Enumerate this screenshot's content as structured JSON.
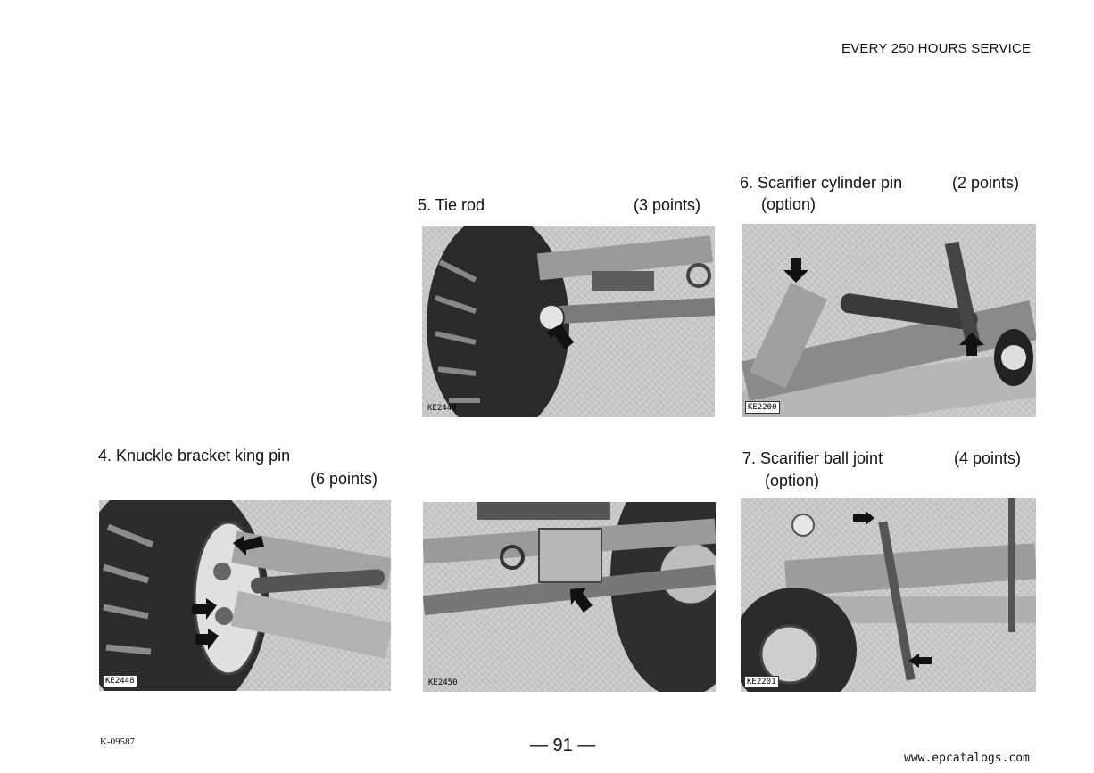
{
  "header": {
    "title": "EVERY 250 HOURS SERVICE"
  },
  "items": {
    "i4": {
      "title": "4. Knuckle bracket king pin",
      "points": "(6 points)",
      "photo_code": "KE2448"
    },
    "i5": {
      "title": "5. Tie rod",
      "points": "(3 points)",
      "photo_code": "KE2449",
      "photo2_code": "KE2450"
    },
    "i6": {
      "title": "6. Scarifier cylinder pin",
      "points": "(2 points)",
      "note": "(option)",
      "photo_code": "KE2200"
    },
    "i7": {
      "title": "7. Scarifier ball joint",
      "points": "(4 points)",
      "note": "(option)",
      "photo_code": "KE2201"
    }
  },
  "footer": {
    "doc_code": "K-09587",
    "page_number": "— 91 —",
    "watermark": "www.epcatalogs.com"
  },
  "colors": {
    "ink": "#111111",
    "photo_bg": "#cfcfcf",
    "arrow": "#111111"
  }
}
